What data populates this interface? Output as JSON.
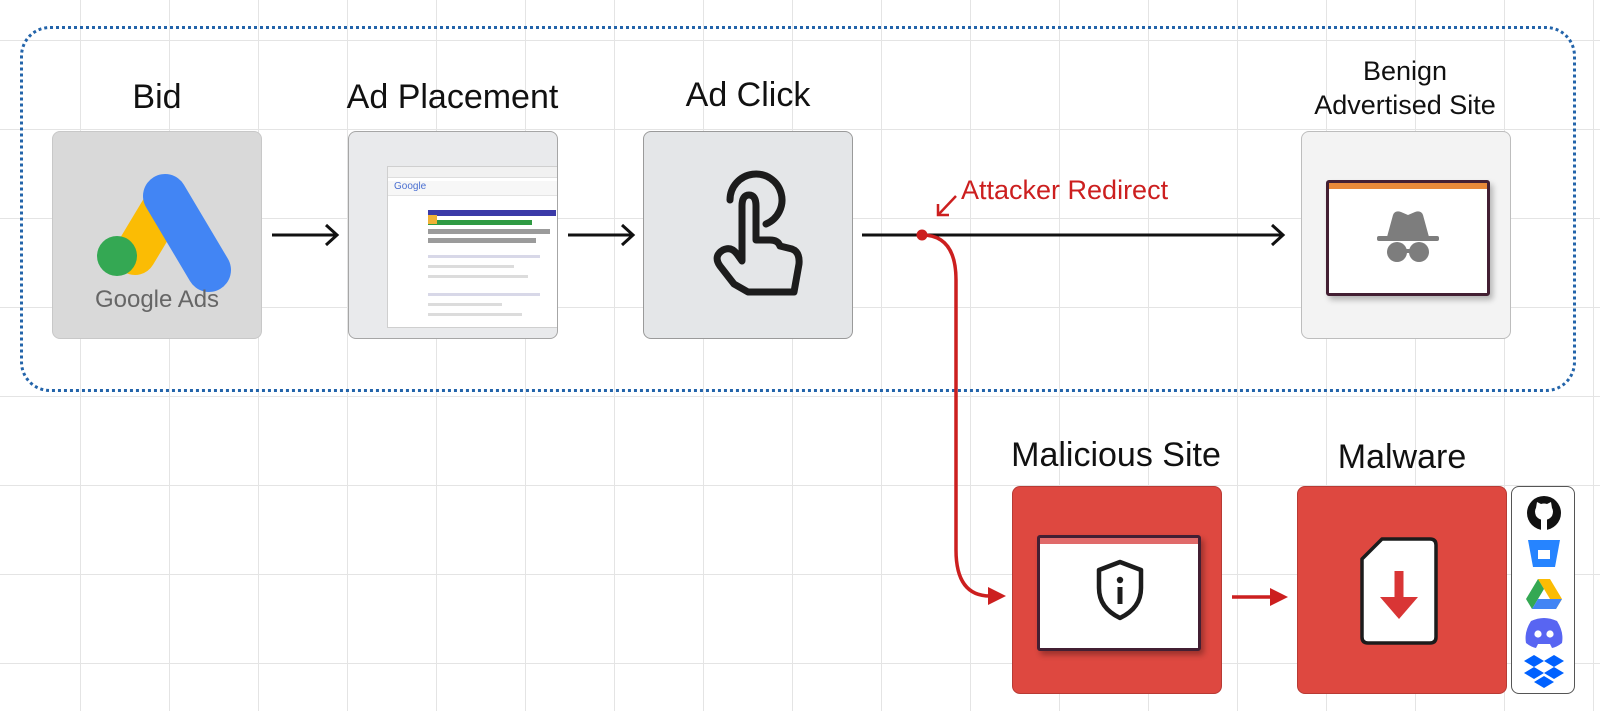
{
  "stages": {
    "bid": {
      "label": "Bid",
      "logo_text": "Google Ads"
    },
    "placement": {
      "label": "Ad Placement",
      "mock_logo": "Google"
    },
    "click": {
      "label": "Ad Click"
    },
    "benign": {
      "label_line1": "Benign",
      "label_line2": "Advertised Site"
    },
    "malicious": {
      "label": "Malicious Site"
    },
    "malware": {
      "label": "Malware"
    }
  },
  "redirect": {
    "label": "Attacker Redirect"
  },
  "hosting_icons": [
    "github-icon",
    "bitbucket-icon",
    "google-drive-icon",
    "discord-icon",
    "dropbox-icon"
  ],
  "colors": {
    "boundary": "#2364aa",
    "attack_red": "#cc1f1f",
    "danger_tile": "#de4840",
    "google_blue": "#4285f4",
    "google_yellow": "#fbbc04",
    "google_green": "#34a853"
  }
}
